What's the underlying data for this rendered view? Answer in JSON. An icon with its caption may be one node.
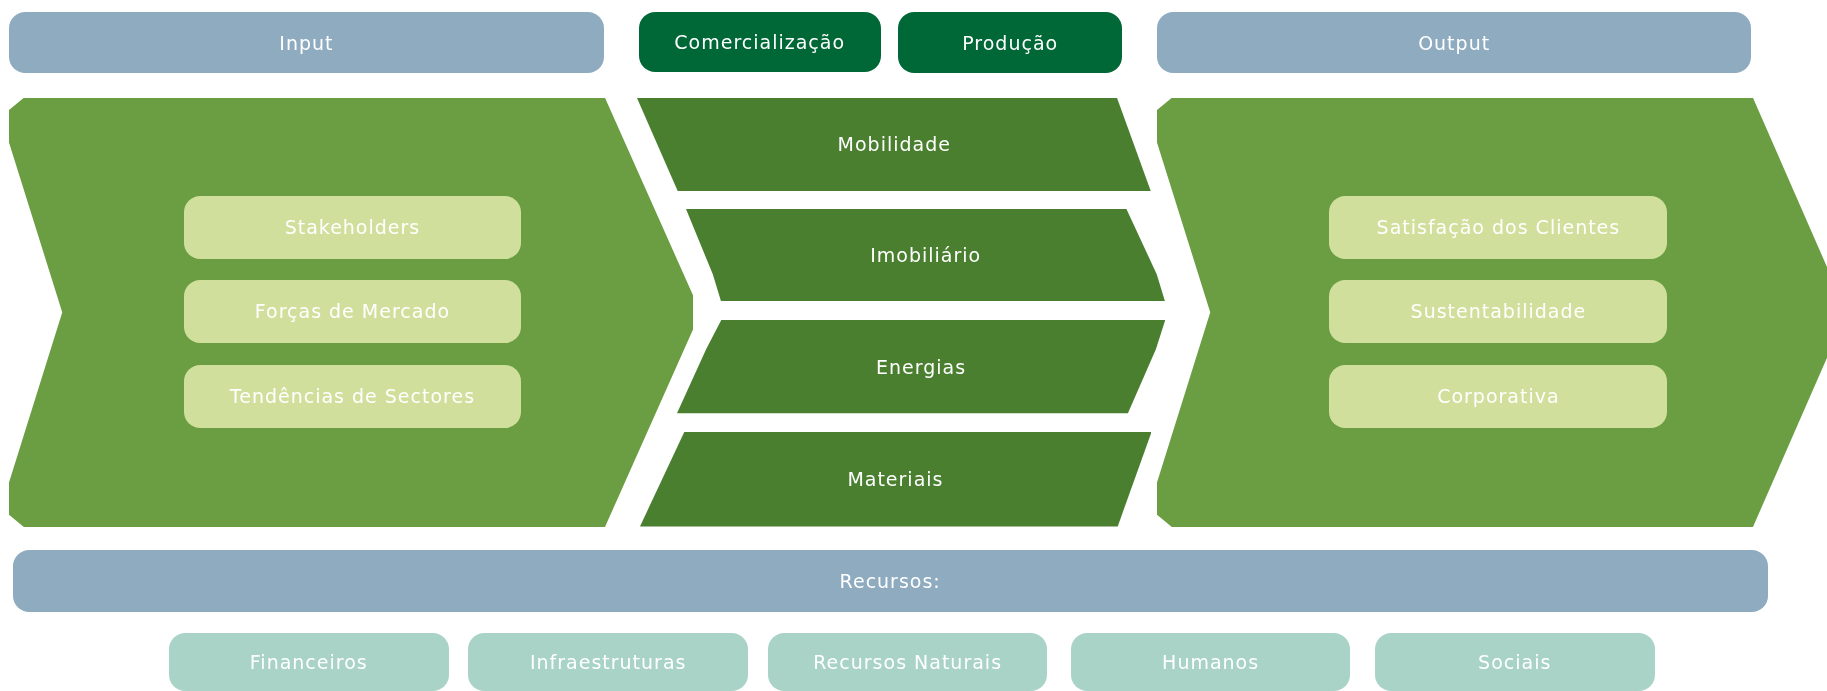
{
  "diagram": {
    "nodes": [
      {
        "text": [
          "Input"
        ]
      },
      {
        "text": [
          "Comercialização"
        ]
      },
      {
        "text": [
          "Produção"
        ]
      },
      {
        "text": [
          "Output"
        ]
      },
      {
        "text": [],
        "shape": "chevron"
      },
      {
        "text": [
          "Stakeholders"
        ],
        "in": 4
      },
      {
        "text": [
          "Forças de Mercado"
        ],
        "in": 4
      },
      {
        "text": [
          "Tendências de Sectores"
        ],
        "in": 4
      },
      {
        "text": [
          "Mobilidade"
        ]
      },
      {
        "text": [
          "Imobiliário"
        ]
      },
      {
        "text": [
          "Energias"
        ]
      },
      {
        "text": [
          "Materiais"
        ]
      },
      {
        "text": [],
        "shape": "chevron"
      },
      {
        "text": [
          "Satisfação dos Clientes"
        ],
        "in": 12
      },
      {
        "text": [
          "Sustentabilidade"
        ],
        "in": 12
      },
      {
        "text": [
          "Corporativa"
        ],
        "in": 12
      },
      {
        "text": [
          "Recursos:"
        ]
      },
      {
        "text": [
          "Financeiros"
        ]
      },
      {
        "text": [
          "Infraestruturas"
        ]
      },
      {
        "text": [
          "Recursos Naturais"
        ]
      },
      {
        "text": [
          "Humanos"
        ]
      },
      {
        "text": [
          "Sociais"
        ]
      }
    ],
    "edges": []
  }
}
